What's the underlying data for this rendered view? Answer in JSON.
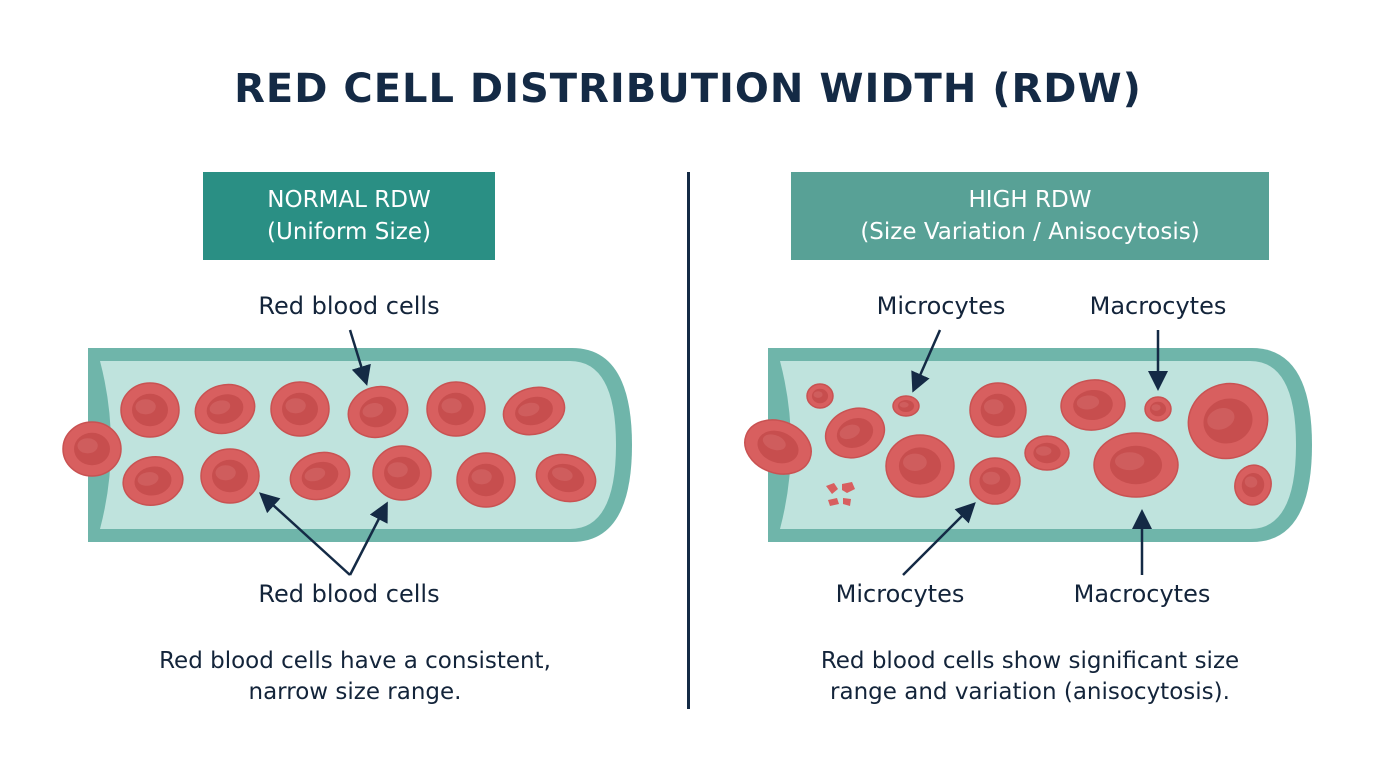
{
  "title": "RED CELL DISTRIBUTION WIDTH (RDW)",
  "colors": {
    "title": "#142a45",
    "left_header_bg": "#2a8f84",
    "right_header_bg": "#58a196",
    "vessel_fill": "#bfe3dd",
    "vessel_wall": "#6fb5aa",
    "cell_fill": "#d85f5f",
    "cell_center": "#c24848"
  },
  "left_panel": {
    "header_line1": "NORMAL RDW",
    "header_line2": "(Uniform Size)",
    "label_top": "Red blood cells",
    "label_bottom": "Red blood cells",
    "caption_line1": "Red blood cells have a consistent,",
    "caption_line2": "narrow size range."
  },
  "right_panel": {
    "header_line1": "HIGH RDW",
    "header_line2": "(Size Variation / Anisocytosis)",
    "label_top_left": "Microcytes",
    "label_top_right": "Macrocytes",
    "label_bottom_left": "Microcytes",
    "label_bottom_right": "Macrocytes",
    "caption_line1": "Red blood cells show significant size",
    "caption_line2": "range and variation (anisocytosis)."
  }
}
